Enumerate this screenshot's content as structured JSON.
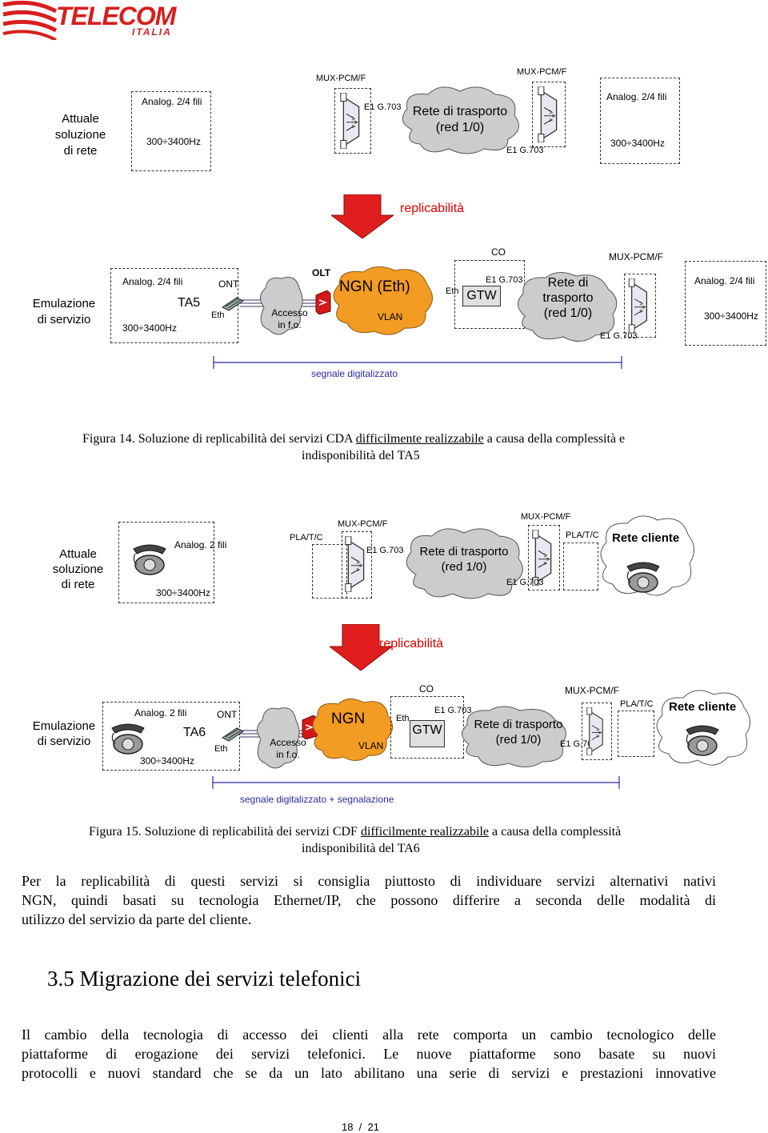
{
  "logo": {
    "brand": "TELECOM",
    "sub": "ITALIA"
  },
  "fig14": {
    "top": {
      "row_label": "Attuale\nsoluzione\ndi rete",
      "analog_left": "Analog. 2/4 fili",
      "freq_left": "300÷3400Hz",
      "mux_left": "MUX-PCM/F",
      "e1_left": "E1 G.703",
      "cloud": "Rete di trasporto\n(red 1/0)",
      "mux_right": "MUX-PCM/F",
      "e1_right": "E1 G.703",
      "analog_right": "Analog. 2/4 fili",
      "freq_right": "300÷3400Hz"
    },
    "replicability": "replicabilità",
    "bottom": {
      "row_label": "Emulazione\ndi servizio",
      "analog_left": "Analog. 2/4 fili",
      "ta": "TA5",
      "freq_left": "300÷3400Hz",
      "ont": "ONT",
      "eth1": "Eth",
      "access": "Accesso\nin f.o.",
      "olt": "OLT",
      "ngn": "NGN (Eth)",
      "vlan": "VLAN",
      "co": "CO",
      "eth2": "Eth",
      "gtw": "GTW",
      "e1_left": "E1 G.703",
      "cloud": "Rete di\ntrasporto\n(red 1/0)",
      "e1_right": "E1 G.703",
      "mux": "MUX-PCM/F",
      "analog_right": "Analog. 2/4 fili",
      "freq_right": "300÷3400Hz",
      "segment": "segnale digitalizzato"
    },
    "caption_pre": "Figura 14. Soluzione di replicabilità dei servizi CDA ",
    "caption_ul": "difficilmente realizzabile",
    "caption_post": " a causa della complessità e",
    "caption_line2": "indisponibilità del TA5"
  },
  "fig15": {
    "top": {
      "row_label": "Attuale\nsoluzione\ndi rete",
      "analog": "Analog. 2 fili",
      "freq": "300÷3400Hz",
      "pla_left": "PLA/T/C",
      "mux_left": "MUX-PCM/F",
      "e1_left": "E1 G.703",
      "cloud": "Rete di trasporto\n(red 1/0)",
      "mux_right": "MUX-PCM/F",
      "e1_right": "E1 G.703",
      "pla_right": "PLA/T/C",
      "customer_cloud": "Rete cliente"
    },
    "replicability": "replicabilità",
    "bottom": {
      "row_label": "Emulazione\ndi servizio",
      "analog": "Analog. 2 fili",
      "ta": "TA6",
      "freq": "300÷3400Hz",
      "ont": "ONT",
      "eth1": "Eth",
      "access": "Accesso\nin f.o.",
      "ngn": "NGN",
      "vlan": "VLAN",
      "co": "CO",
      "eth2": "Eth",
      "gtw": "GTW",
      "e1_left": "E1 G.703",
      "cloud": "Rete di trasporto\n(red 1/0)",
      "e1_right": "E1 G.703",
      "mux": "MUX-PCM/F",
      "pla": "PLA/T/C",
      "customer_cloud": "Rete cliente",
      "segment": "segnale digitalizzato + segnalazione"
    },
    "caption_pre": "Figura 15. Soluzione di replicabilità dei servizi CDF ",
    "caption_ul": "difficilmente realizzabile",
    "caption_post": " a causa della complessità",
    "caption_line2": "indisponibilità del TA6"
  },
  "body": {
    "p1_lines": [
      "Per la replicabilità di questi servizi si consiglia piuttosto di individuare servizi alternativi nativi",
      "NGN, quindi basati su tecnologia Ethernet/IP, che possono differire a seconda delle modalità di",
      "utilizzo del servizio da parte del cliente."
    ],
    "heading": "3.5 Migrazione dei servizi telefonici",
    "p2_lines": [
      "Il cambio della tecnologia di accesso dei clienti alla rete comporta un cambio tecnologico delle",
      "piattaforme di erogazione dei servizi telefonici. Le nuove piattaforme sono basate su nuovi",
      "protocolli e nuovi standard che se da un lato abilitano una serie di servizi e prestazioni innovative"
    ]
  },
  "footer": {
    "page": "18  /  21"
  },
  "colors": {
    "brand_red": "#d81e1e",
    "cloud_orange": "#f39c23",
    "arrow_red": "#e01e1e",
    "cloud_grey": "#cccccc"
  }
}
